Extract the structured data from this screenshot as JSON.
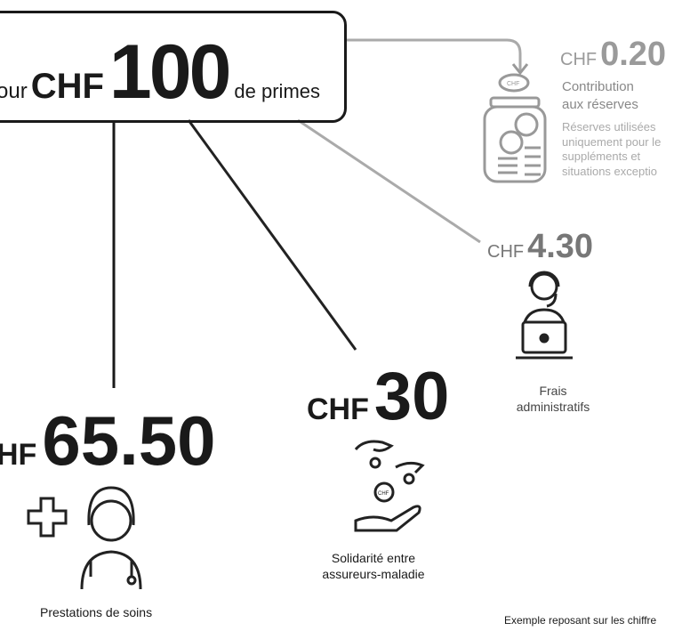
{
  "header": {
    "prefix": "our",
    "currency": "CHF",
    "amount": "100",
    "suffix": "de primes"
  },
  "reserves": {
    "currency": "CHF",
    "amount": "0.20",
    "title_line1": "Contribution",
    "title_line2": "aux réserves",
    "desc": [
      "Réserves utilisées",
      "uniquement pour le",
      "suppléments et",
      "situations exceptio"
    ],
    "coin_label": "CHF"
  },
  "admin": {
    "currency": "CHF",
    "amount": "4.30",
    "label_line1": "Frais",
    "label_line2": "administratifs"
  },
  "solidarity": {
    "currency": "CHF",
    "amount": "30",
    "label_line1": "Solidarité entre",
    "label_line2": "assureurs-maladie",
    "coin_label": "CHF"
  },
  "care": {
    "currency": "HF",
    "amount": "65.50",
    "label": "Prestations de soins"
  },
  "footnote": "Exemple reposant sur les chiffre",
  "colors": {
    "ink": "#1a1a1a",
    "gray": "#9a9a9a"
  }
}
